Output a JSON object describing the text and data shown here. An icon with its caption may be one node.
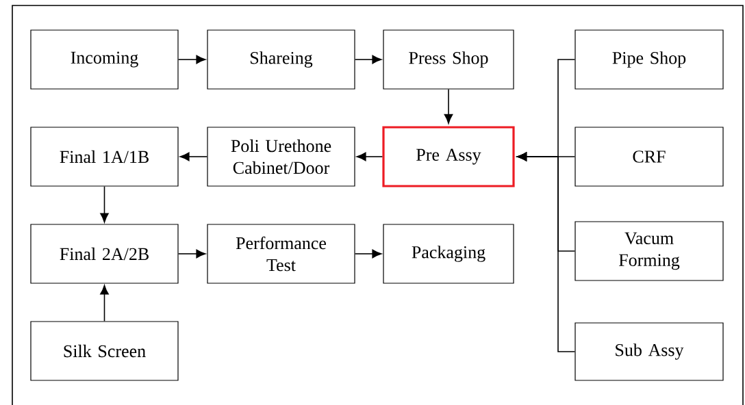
{
  "diagram": {
    "nodes": [
      {
        "text": [
          "Incoming"
        ]
      },
      {
        "text": [
          "Shareing"
        ]
      },
      {
        "text": [
          "Press Shop"
        ]
      },
      {
        "text": [
          "Pipe Shop"
        ]
      },
      {
        "text": [
          "Final 1A/1B"
        ]
      },
      {
        "text": [
          "Poli Urethone Cabinet/Door"
        ]
      },
      {
        "text": [
          "Pre Assy"
        ]
      },
      {
        "text": [
          "CRF"
        ]
      },
      {
        "text": [
          "Final 2A/2B"
        ]
      },
      {
        "text": [
          "Performance Test"
        ]
      },
      {
        "text": [
          "Packaging"
        ]
      },
      {
        "text": [
          "Vacum Forming"
        ]
      },
      {
        "text": [
          "Silk Screen"
        ]
      },
      {
        "text": [
          "Sub Assy"
        ]
      }
    ],
    "edges": [
      {
        "from": 0,
        "to": 1,
        "arrow": "to"
      },
      {
        "from": 1,
        "to": 2,
        "arrow": "to"
      },
      {
        "from": 2,
        "to": 6,
        "arrow": "to"
      },
      {
        "from": 6,
        "to": 5,
        "arrow": "to"
      },
      {
        "from": 5,
        "to": 4,
        "arrow": "to"
      },
      {
        "from": 4,
        "to": 8,
        "arrow": "to"
      },
      {
        "from": 12,
        "to": 8,
        "arrow": "to"
      },
      {
        "from": 8,
        "to": 9,
        "arrow": "to"
      },
      {
        "from": 9,
        "to": 10,
        "arrow": "to"
      },
      {
        "from": 3,
        "to": 6,
        "arrow": "to"
      },
      {
        "from": 7,
        "to": 6,
        "arrow": "to"
      },
      {
        "from": 11,
        "to": 6,
        "arrow": "to"
      },
      {
        "from": 13,
        "to": 6,
        "arrow": "to"
      }
    ]
  }
}
